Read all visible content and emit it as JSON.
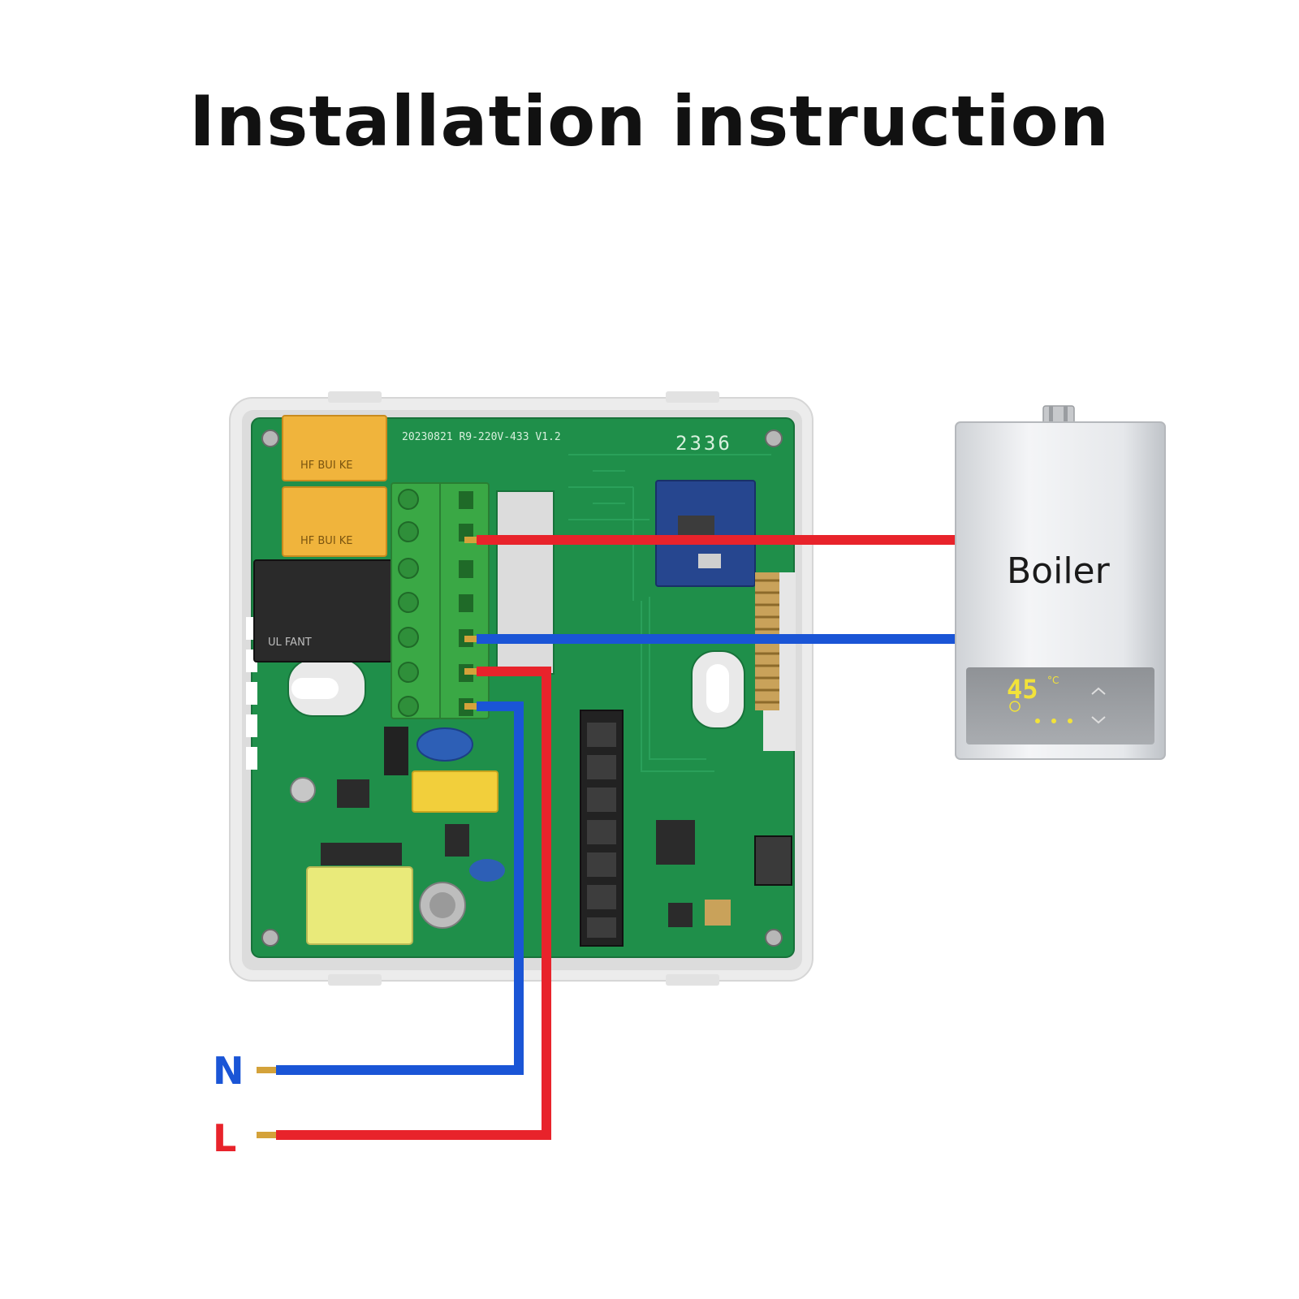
{
  "title": "Installation instruction",
  "board": {
    "pcb_label": "20230821 R9-220V-433 V1.2",
    "pcb_code": "2336",
    "relay_label_1": "HF BUI KE",
    "relay_label_2": "HF BUI KE",
    "relay_label_3": "UL FANT"
  },
  "boiler": {
    "label": "Boiler",
    "display_temp": "45",
    "display_unit": "°C"
  },
  "wires": {
    "neutral_label": "N",
    "live_label": "L"
  },
  "colors": {
    "live": "#e8232b",
    "neutral": "#1a55d6",
    "pcb": "#1f8f4a",
    "terminal": "#3aa845",
    "relay_yellow": "#f0b43c"
  }
}
